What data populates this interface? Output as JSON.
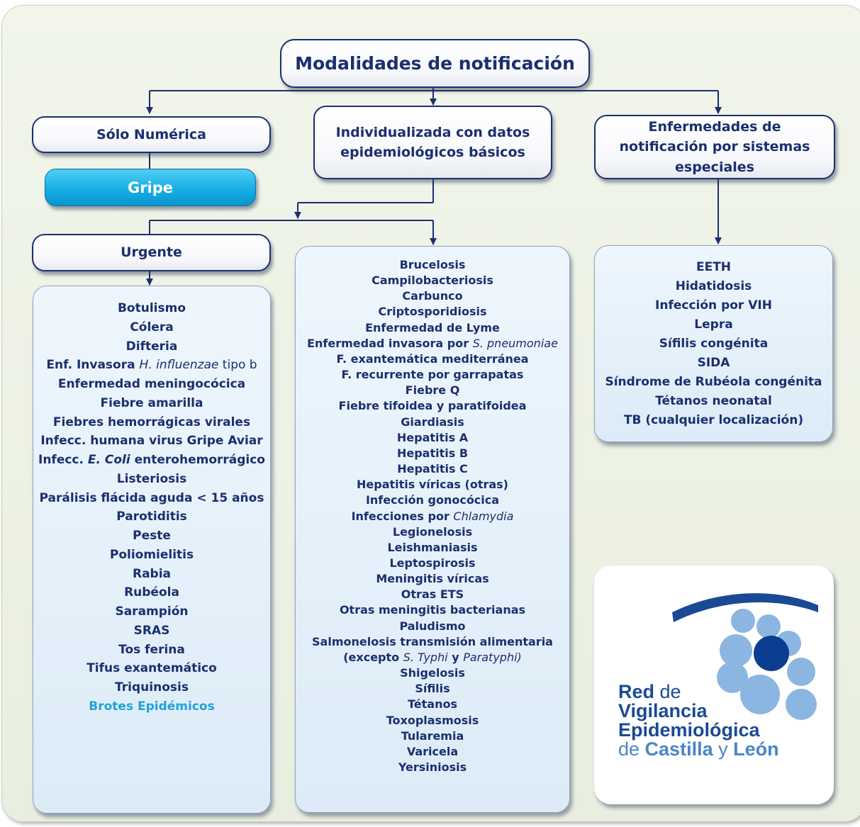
{
  "root": "Modalidades de notificación",
  "branches": {
    "numeric": "Sólo Numérica",
    "individual": "Individualizada con datos epidemiológicos básicos",
    "special": "Enfermedades de notificación por sistemas especiales"
  },
  "gripe": "Gripe",
  "urgent": "Urgente",
  "urgent_list": [
    {
      "t": "Botulismo"
    },
    {
      "t": "Cólera"
    },
    {
      "t": "Difteria"
    },
    {
      "parts": [
        {
          "t": "Enf. Invasora "
        },
        {
          "t": "H. influenzae",
          "s": "n"
        },
        {
          "t": " tipo b",
          "s": "r"
        }
      ]
    },
    {
      "t": "Enfermedad meningocócica"
    },
    {
      "t": "Fiebre amarilla"
    },
    {
      "t": "Fiebres hemorrágicas virales"
    },
    {
      "t": "Infecc. humana virus Gripe Aviar"
    },
    {
      "parts": [
        {
          "t": "Infecc. "
        },
        {
          "t": "E. Coli",
          "s": "b"
        },
        {
          "t": " enterohemorrágico"
        }
      ]
    },
    {
      "t": "Listeriosis"
    },
    {
      "t": "Parálisis flácida aguda < 15 años"
    },
    {
      "t": "Parotiditis"
    },
    {
      "t": "Peste"
    },
    {
      "t": "Poliomielitis"
    },
    {
      "t": "Rabia"
    },
    {
      "t": "Rubéola"
    },
    {
      "t": "Sarampión"
    },
    {
      "t": "SRAS"
    },
    {
      "t": "Tos ferina"
    },
    {
      "t": "Tifus exantemático"
    },
    {
      "t": "Triquinosis"
    },
    {
      "t": "Brotes Epidémicos",
      "hl": true
    }
  ],
  "individual_list": [
    {
      "t": "Brucelosis"
    },
    {
      "t": "Campilobacteriosis"
    },
    {
      "t": "Carbunco"
    },
    {
      "t": "Criptosporidiosis"
    },
    {
      "t": "Enfermedad de Lyme"
    },
    {
      "parts": [
        {
          "t": "Enfermedad invasora por "
        },
        {
          "t": "S. pneumoniae",
          "s": "n"
        }
      ]
    },
    {
      "t": "F. exantemática mediterránea"
    },
    {
      "t": "F. recurrente por garrapatas"
    },
    {
      "t": "Fiebre Q"
    },
    {
      "t": "Fiebre tifoidea y paratifoidea"
    },
    {
      "t": "Giardiasis"
    },
    {
      "t": "Hepatitis A"
    },
    {
      "t": "Hepatitis B"
    },
    {
      "t": "Hepatitis C"
    },
    {
      "t": "Hepatitis víricas (otras)"
    },
    {
      "t": "Infección gonocócica"
    },
    {
      "parts": [
        {
          "t": "Infecciones por "
        },
        {
          "t": "Chlamydia",
          "s": "n"
        }
      ]
    },
    {
      "t": "Legionelosis"
    },
    {
      "t": "Leishmaniasis"
    },
    {
      "t": "Leptospirosis"
    },
    {
      "t": "Meningitis víricas"
    },
    {
      "t": "Otras ETS"
    },
    {
      "t": "Otras meningitis bacterianas"
    },
    {
      "t": "Paludismo"
    },
    {
      "t": "Salmonelosis transmisión alimentaria"
    },
    {
      "parts": [
        {
          "t": "(excepto "
        },
        {
          "t": "S. Typhi",
          "s": "n"
        },
        {
          "t": " y "
        },
        {
          "t": "Paratyphi)",
          "s": "n"
        }
      ]
    },
    {
      "t": "Shigelosis"
    },
    {
      "t": "Sífilis"
    },
    {
      "t": "Tétanos"
    },
    {
      "t": "Toxoplasmosis"
    },
    {
      "t": "Tularemia"
    },
    {
      "t": "Varicela"
    },
    {
      "t": "Yersiniosis"
    }
  ],
  "special_list": [
    {
      "t": "EETH"
    },
    {
      "t": "Hidatidosis"
    },
    {
      "t": "Infección por VIH"
    },
    {
      "t": "Lepra"
    },
    {
      "t": "Sífilis congénita"
    },
    {
      "t": "SIDA"
    },
    {
      "t": "Síndrome de Rubéola congénita"
    },
    {
      "t": "Tétanos neonatal"
    },
    {
      "t": "TB (cualquier localización)"
    }
  ],
  "logo": {
    "line1_bold": "Red",
    "line1_rest": " de",
    "line2": "Vigilancia",
    "line3": "Epidemiológica",
    "line4_parts": [
      "de ",
      "Castilla",
      " y ",
      "León"
    ]
  },
  "colors": {
    "navy": "#1b2f6e",
    "cyan": "#17aee5",
    "highlight": "#1fa3d9",
    "logo_light": "#8bb6e1",
    "logo_dark": "#0b3d91"
  }
}
